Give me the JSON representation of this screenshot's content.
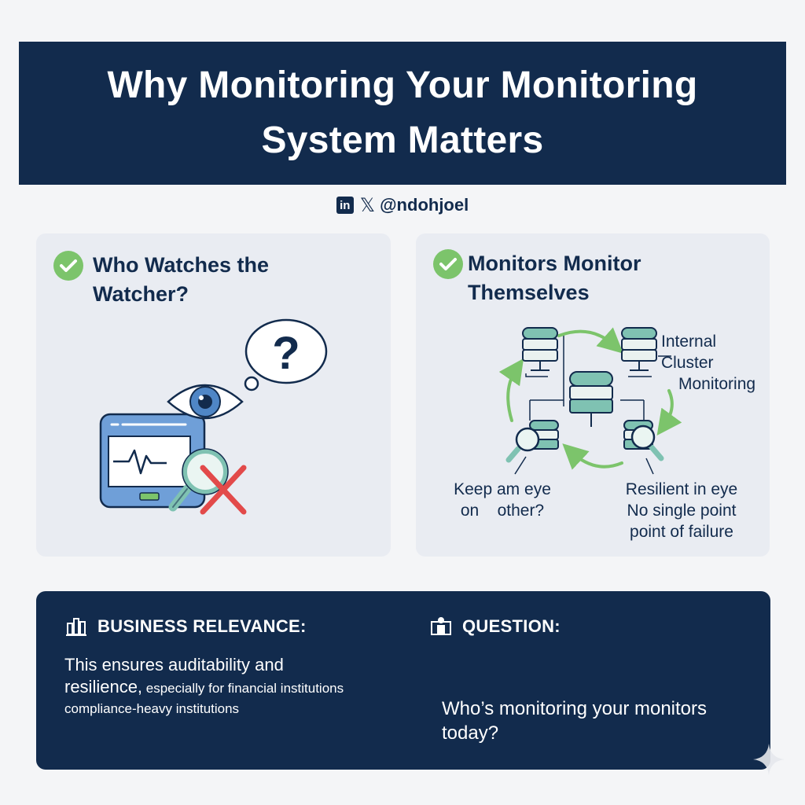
{
  "header": {
    "title_line1": "Why Monitoring Your Monitoring",
    "title_line2": "System Matters"
  },
  "social": {
    "linkedin_glyph": "in",
    "x_glyph": "𝕏",
    "handle": "@ndohjoel"
  },
  "left_panel": {
    "title_line1": "Who Watches the",
    "title_line2": "Watcher?",
    "bubble_text": "?"
  },
  "right_panel": {
    "title_line1": "Monitors Monitor",
    "title_line2": "Themselves",
    "label_cluster_line1": "Internal Cluster",
    "label_cluster_line2": "Monitoring",
    "label_keep_line1": "Keep am eye",
    "label_keep_line2": "on    other?",
    "label_resilient_line1": "Resilient in eye",
    "label_resilient_line2": "No single point",
    "label_resilient_line3": "point of failure"
  },
  "bottom": {
    "business_heading": "BUSINESS RELEVANCE:",
    "business_line1": "This ensures auditability and",
    "business_line2": "resilience,",
    "business_line2_small": " especially for financial institutions",
    "business_line3": "compliance-heavy institutions",
    "question_heading": "QUESTION:",
    "question_line1": "Who’s monitoring your monitors",
    "question_line2": "today?"
  },
  "colors": {
    "navy": "#122b4d",
    "green_check": "#7cc46b",
    "panel_bg": "#e9ecf2",
    "server_teal": "#7fc2b2",
    "error_red": "#e24a4a",
    "monitor_blue": "#6f9fd8"
  },
  "icons": [
    "linkedin-icon",
    "x-icon",
    "check-icon",
    "question-bubble-icon",
    "eye-icon",
    "monitor-icon",
    "magnifier-icon",
    "error-x-icon",
    "server-icon",
    "cycle-arrow-icon",
    "building-icon",
    "presenter-icon",
    "sparkle-icon"
  ]
}
